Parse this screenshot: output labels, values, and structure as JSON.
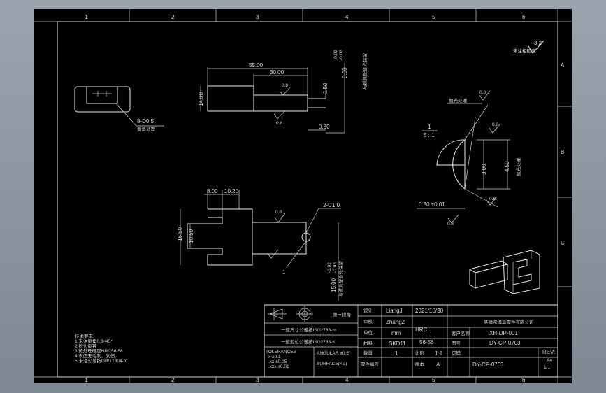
{
  "frame": {
    "col_labels_top": [
      "1",
      "2",
      "3",
      "4",
      "5",
      "6"
    ],
    "col_labels_bottom": [
      "1",
      "2",
      "3",
      "4",
      "5",
      "6"
    ],
    "row_labels": [
      "A",
      "B",
      "C"
    ]
  },
  "roughness": {
    "general_label": "未注粗糙度",
    "general_value": "3.2"
  },
  "top_view": {
    "dims": [
      "55.00",
      "30.00",
      "14.00",
      "1.50",
      "0.80",
      "9.00",
      "-0.02",
      "-0.03",
      "0.8",
      "0.8"
    ],
    "note": "与模具配合处保留"
  },
  "small_part": {
    "callout": "8-D0.5",
    "note": "倒角处理"
  },
  "side_view": {
    "dims": [
      "8.00",
      "10.20",
      "16.50",
      "10.50",
      "15.00",
      "-0.02",
      "-0.03",
      "0.8",
      "2-C1.0",
      "1"
    ],
    "note": "与模具配合处保留"
  },
  "detail": {
    "dims": [
      "0.8",
      "0.8",
      "0.8",
      "3.00",
      "4.50",
      "0.80 ±0.01",
      "0.8",
      "5 : 1",
      "1"
    ],
    "notes": [
      "抛光处理",
      "抛光处理"
    ]
  },
  "title_block": {
    "projection_label": "第一视角",
    "design_label": "设计",
    "designer": "LiangJ",
    "date": "2021/10/30",
    "check_label": "审核",
    "checker": "ZhangZ",
    "company": "某精密模具零件有限公司",
    "unit_label": "单位",
    "unit": "mm",
    "hrc_label": "HRC:",
    "hrc_value": "56-58",
    "customer_label": "客户名称",
    "customer": "XH-DP-001",
    "material_label": "材料",
    "material": "SKD11",
    "drawing_no_label": "图号",
    "drawing_no": "DY-CP-0703",
    "qty_label": "数量",
    "qty": "1",
    "scale_label": "比例",
    "scale": "1:1",
    "version_label": "版本",
    "version": "A",
    "rev_label": "REV:",
    "rev": "A4",
    "sheet_label": "页码",
    "part_no_label": "零件编号",
    "part_no": "DY-CP-0703",
    "sheet": "1/1",
    "note_line1": "一般尺寸公差按ISO2768-m",
    "note_line2": "一般形位公差按ISO2768-K",
    "tol_title": "TOLERANCES",
    "tol_x": "x    ±0.1",
    "tol_xx": ".xx  ±0.05",
    "tol_xxx": ".xxx ±0.01",
    "angular": "ANGULAR ±0.5°",
    "surface": "SURFACE(Ra)"
  },
  "tech_notes": [
    "技术要求:",
    "1.未注倒角0.3×45°",
    "2.锐边倒钝",
    "3.热处理硬度HRC56-58",
    "4.表面无毛刺、划伤",
    "5.未注公差按GB/T1804-m"
  ]
}
